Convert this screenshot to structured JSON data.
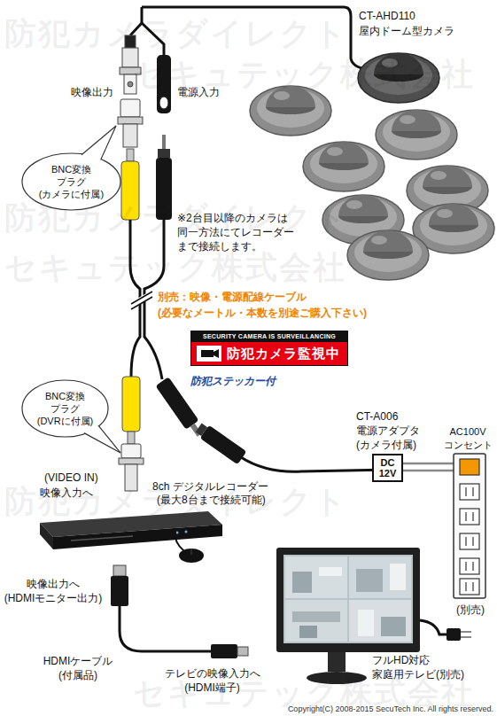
{
  "diagram": {
    "nodes": [
      {
        "text": [
          "BNC変換 プラグ (カメラに付属)"
        ]
      },
      {
        "text": [
          "SECURITY CAMERA IS SURVEILLANCING",
          "防犯カメラ監視中"
        ]
      },
      {
        "text": [
          "BNC変換 プラグ (DVRに付属)"
        ]
      },
      {
        "text": [
          "CT-A006 電源アダプタ (カメラ付属)",
          "DC 12V"
        ]
      }
    ],
    "labels": [
      "防犯カメラダイレクト",
      "セキュテック株式会社",
      "防犯カメラダイレクト",
      "セキュテック株式会社",
      "防犯カメラダイレクト",
      "セキュテック株式会社",
      "CT-AHD110",
      "屋内ドーム型カメラ",
      "映像出力",
      "電源入力",
      "※2台目以降のカメラは 同一方法にてレコーダー まで接続します。",
      "別売：映像・電源配線ケーブル (必要なメートル・本数を別途ご購入下さい)",
      "防犯ステッカー付",
      "(VIDEO IN)",
      "映像入力へ",
      "8ch デジタルレコーダー",
      "(最大8台まで接続可能)",
      "AC100V コンセント",
      "(別売)",
      "映像出力へ (HDMIモニター出力)",
      "HDMIケーブル (付属品)",
      "テレビの映像入力へ (HDMI端子)",
      "フルHD対応 家庭用テレビ(別売)",
      "Copyright(C) 2008-2015 SecuTech Inc. All rights reserved."
    ]
  }
}
